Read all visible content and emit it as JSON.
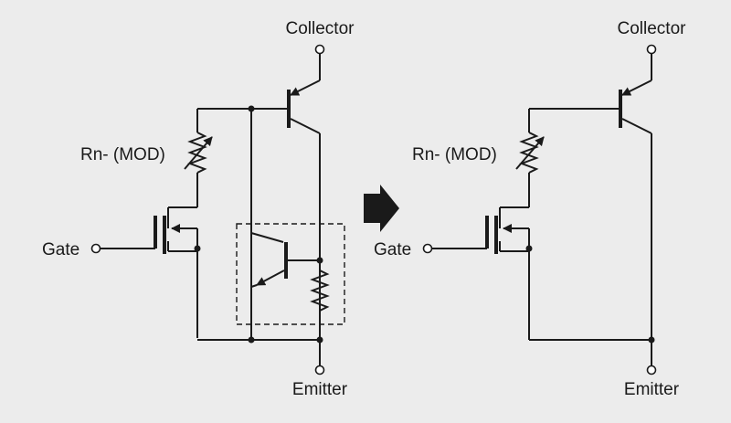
{
  "colors": {
    "background": "#ececec",
    "ink": "#1a1a1a",
    "terminal_fill": "#ffffff"
  },
  "left_circuit": {
    "collector_label": "Collector",
    "emitter_label": "Emitter",
    "gate_label": "Gate",
    "resistor_label": "Rn- (MOD)"
  },
  "right_circuit": {
    "collector_label": "Collector",
    "emitter_label": "Emitter",
    "gate_label": "Gate",
    "resistor_label": "Rn- (MOD)"
  },
  "arrow_icon": "right-arrow-icon"
}
